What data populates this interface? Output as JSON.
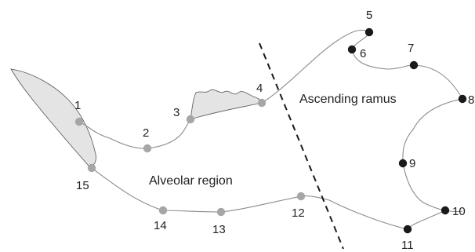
{
  "diagram": {
    "regions": {
      "ascending_ramus": "Ascending ramus",
      "alveolar_region": "Alveolar region"
    },
    "colors": {
      "grey_point": "#a6a6a6",
      "black_point": "#1a1a1a",
      "shape_fill": "#e4e4e4",
      "shape_stroke": "#555555",
      "outline": "#8c8c8c",
      "divider": "#1a1a1a"
    },
    "landmarks": [
      {
        "id": "1",
        "label": "1",
        "group": "alveolar"
      },
      {
        "id": "2",
        "label": "2",
        "group": "alveolar"
      },
      {
        "id": "3",
        "label": "3",
        "group": "alveolar"
      },
      {
        "id": "4",
        "label": "4",
        "group": "alveolar"
      },
      {
        "id": "5",
        "label": "5",
        "group": "ramus"
      },
      {
        "id": "6",
        "label": "6",
        "group": "ramus"
      },
      {
        "id": "7",
        "label": "7",
        "group": "ramus"
      },
      {
        "id": "8",
        "label": "8",
        "group": "ramus"
      },
      {
        "id": "9",
        "label": "9",
        "group": "ramus"
      },
      {
        "id": "10",
        "label": "10",
        "group": "ramus"
      },
      {
        "id": "11",
        "label": "11",
        "group": "ramus"
      },
      {
        "id": "12",
        "label": "12",
        "group": "alveolar"
      },
      {
        "id": "13",
        "label": "13",
        "group": "alveolar"
      },
      {
        "id": "14",
        "label": "14",
        "group": "alveolar"
      },
      {
        "id": "15",
        "label": "15",
        "group": "alveolar"
      }
    ]
  }
}
